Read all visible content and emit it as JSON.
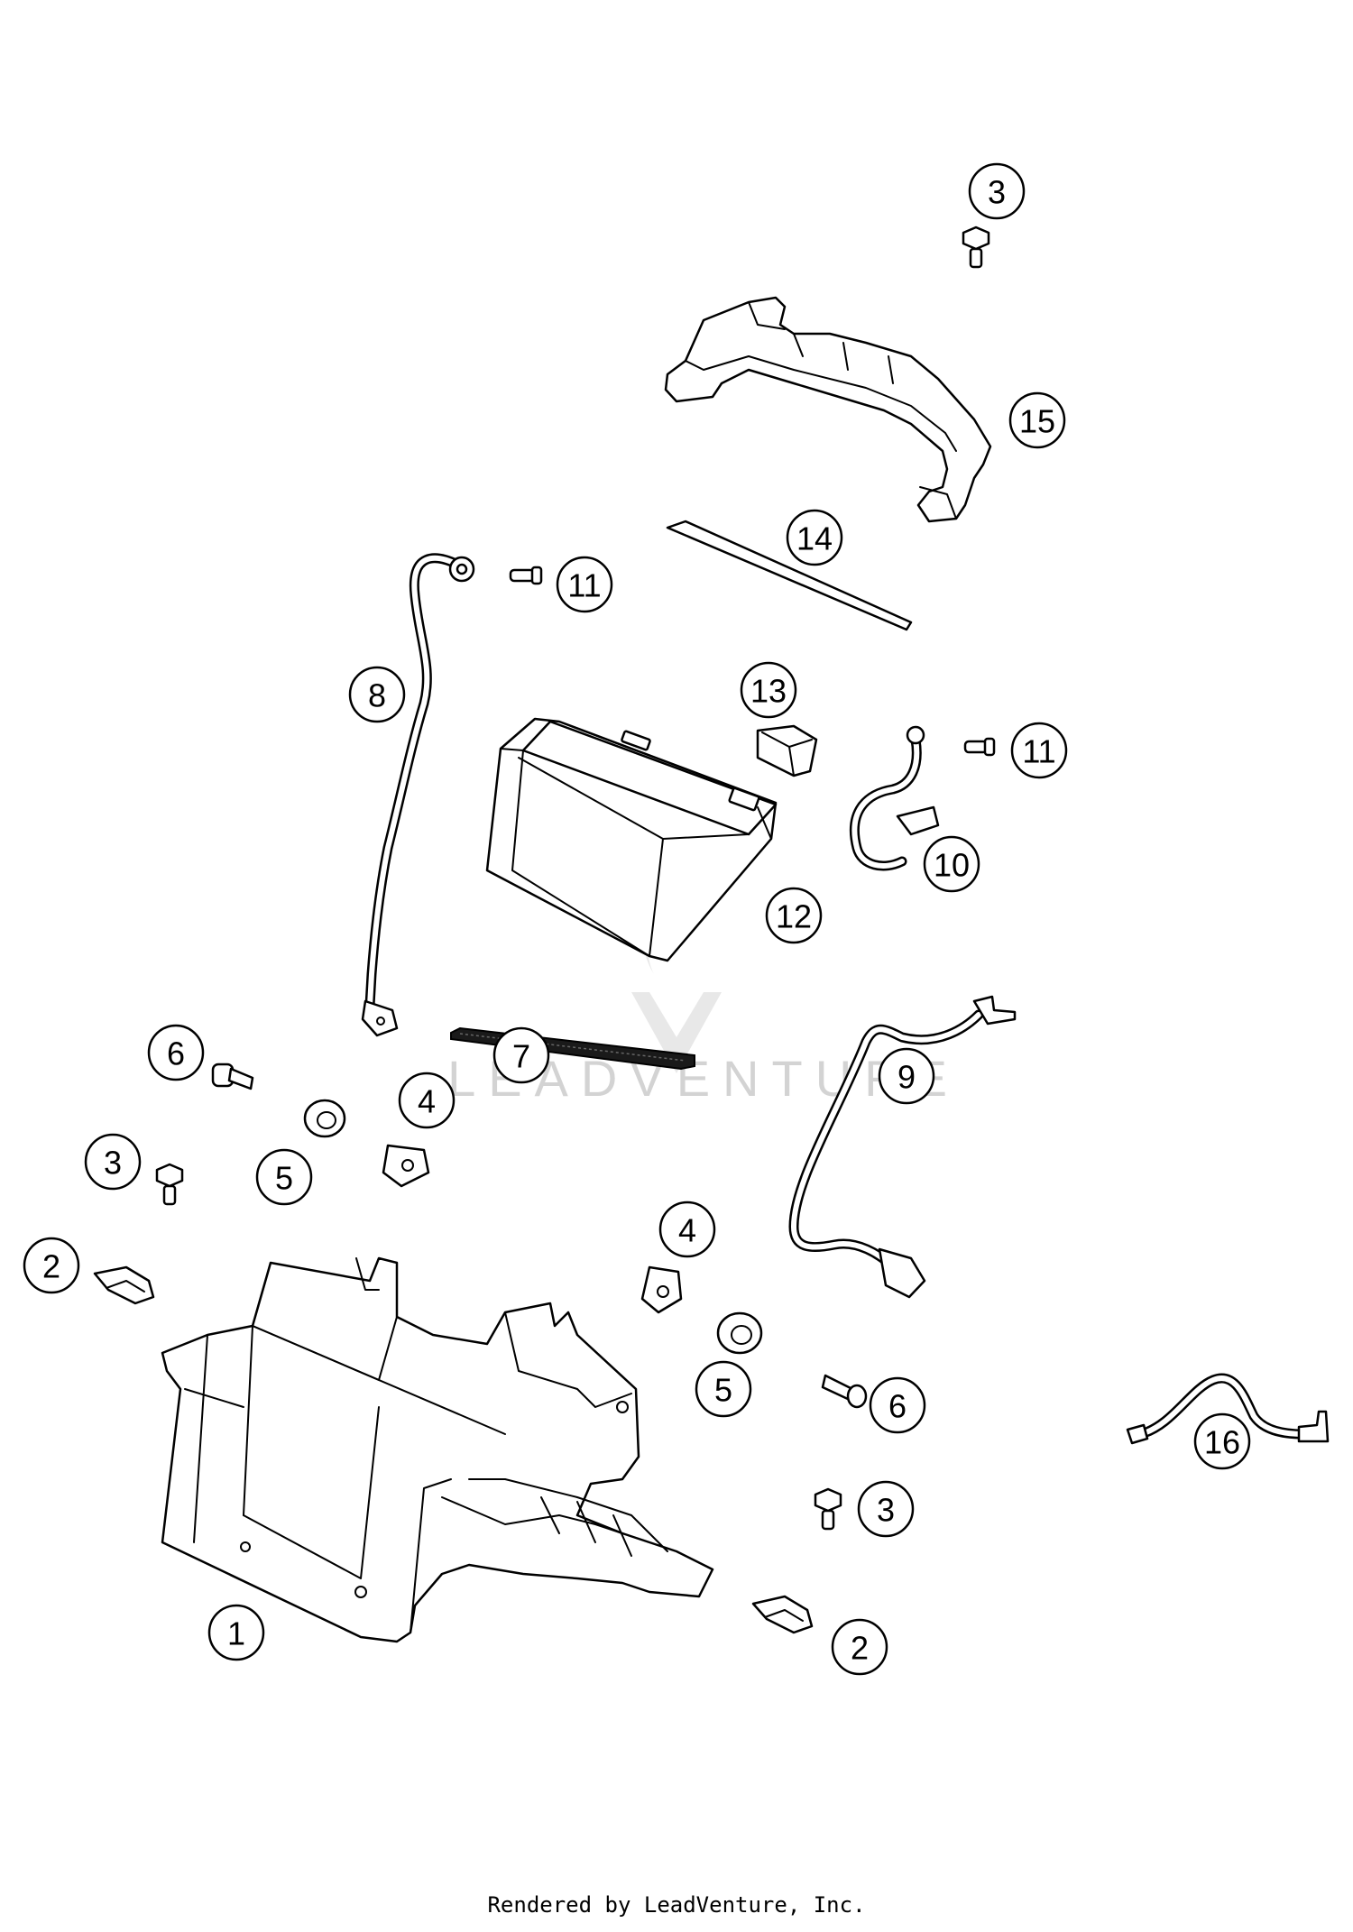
{
  "diagram": {
    "callouts": [
      {
        "id": "c3-top",
        "label": "3"
      },
      {
        "id": "c15",
        "label": "15"
      },
      {
        "id": "c14",
        "label": "14"
      },
      {
        "id": "c11-left",
        "label": "11"
      },
      {
        "id": "c8",
        "label": "8"
      },
      {
        "id": "c13",
        "label": "13"
      },
      {
        "id": "c11-right",
        "label": "11"
      },
      {
        "id": "c10",
        "label": "10"
      },
      {
        "id": "c12",
        "label": "12"
      },
      {
        "id": "c7",
        "label": "7"
      },
      {
        "id": "c9",
        "label": "9"
      },
      {
        "id": "c6-left",
        "label": "6"
      },
      {
        "id": "c4-left",
        "label": "4"
      },
      {
        "id": "c5-left",
        "label": "5"
      },
      {
        "id": "c3-left",
        "label": "3"
      },
      {
        "id": "c2-left",
        "label": "2"
      },
      {
        "id": "c4-right",
        "label": "4"
      },
      {
        "id": "c5-right",
        "label": "5"
      },
      {
        "id": "c6-right",
        "label": "6"
      },
      {
        "id": "c16",
        "label": "16"
      },
      {
        "id": "c3-right",
        "label": "3"
      },
      {
        "id": "c1",
        "label": "1"
      },
      {
        "id": "c2-right",
        "label": "2"
      }
    ]
  },
  "watermark": {
    "text": "LEADVENTURE"
  },
  "footer": {
    "text": "Rendered by LeadVenture, Inc."
  }
}
